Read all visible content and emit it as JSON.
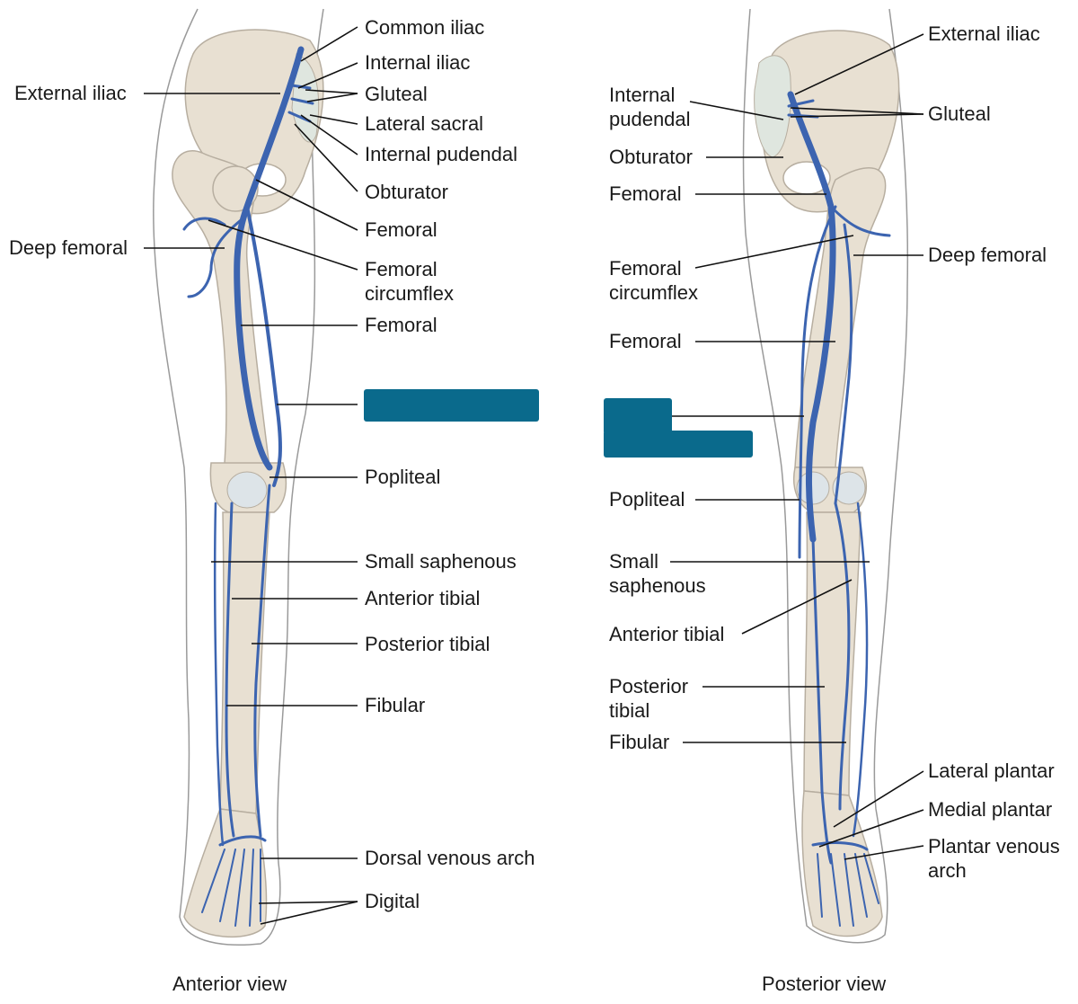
{
  "colors": {
    "vein": "#3c64b0",
    "bone": "#e8e0d2",
    "bone_edge": "#b7aea0",
    "skin_outline": "#9a9a9a",
    "cover_box": "#0a6a8c",
    "leader": "#111111"
  },
  "anterior": {
    "title": "Anterior view",
    "labels": {
      "common_iliac": "Common iliac",
      "internal_iliac": "Internal iliac",
      "gluteal": "Gluteal",
      "lateral_sacral": "Lateral sacral",
      "internal_pudendal": "Internal pudendal",
      "obturator": "Obturator",
      "femoral_upper": "Femoral",
      "femoral_circumflex": "Femoral\ncircumflex",
      "femoral_lower": "Femoral",
      "popliteal": "Popliteal",
      "small_saphenous": "Small saphenous",
      "anterior_tibial": "Anterior tibial",
      "posterior_tibial": "Posterior tibial",
      "fibular": "Fibular",
      "dorsal_venous_arch": "Dorsal venous arch",
      "digital": "Digital",
      "external_iliac": "External iliac",
      "deep_femoral": "Deep femoral"
    }
  },
  "posterior": {
    "title": "Posterior view",
    "labels": {
      "external_iliac": "External iliac",
      "gluteal": "Gluteal",
      "deep_femoral": "Deep femoral",
      "lateral_plantar": "Lateral plantar",
      "medial_plantar": "Medial plantar",
      "plantar_venous_arch": "Plantar venous\narch",
      "internal_pudendal": "Internal\npudendal",
      "obturator": "Obturator",
      "femoral_upper": "Femoral",
      "femoral_circumflex": "Femoral\ncircumflex",
      "femoral_lower": "Femoral",
      "popliteal": "Popliteal",
      "small_saphenous": "Small\nsaphenous",
      "anterior_tibial": "Anterior tibial",
      "posterior_tibial": "Posterior\ntibial",
      "fibular": "Fibular"
    }
  }
}
